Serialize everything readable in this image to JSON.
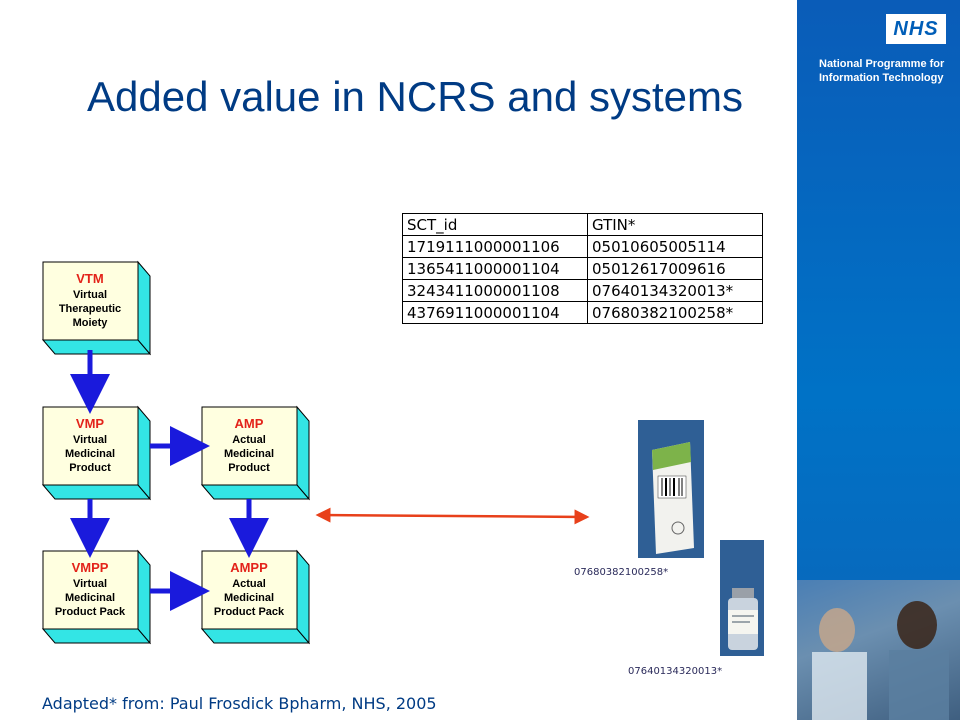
{
  "title": "Added value in NCRS and systems",
  "branding": {
    "logo_text": "NHS",
    "programme": "National Programme for Information Technology"
  },
  "diagram": {
    "boxes": [
      {
        "id": "vtm",
        "abbr": "VTM",
        "lines": [
          "Virtual",
          "Therapeutic",
          "Moiety"
        ]
      },
      {
        "id": "vmp",
        "abbr": "VMP",
        "lines": [
          "Virtual",
          "Medicinal",
          "Product"
        ]
      },
      {
        "id": "amp",
        "abbr": "AMP",
        "lines": [
          "Actual",
          "Medicinal",
          "Product"
        ]
      },
      {
        "id": "vmpp",
        "abbr": "VMPP",
        "lines": [
          "Virtual",
          "Medicinal",
          "Product Pack"
        ]
      },
      {
        "id": "ampp",
        "abbr": "AMPP",
        "lines": [
          "Actual",
          "Medicinal",
          "Product Pack"
        ]
      }
    ],
    "colors": {
      "abbr": "#e3231a",
      "arrow": "#1a1adc",
      "link_arrow": "#e8401a",
      "box_face": "#ffffe0",
      "box_side": "#33e5e5"
    }
  },
  "table": {
    "headers": [
      "SCT_id",
      "GTIN*"
    ],
    "rows": [
      [
        "1719111000001106",
        "05010605005114"
      ],
      [
        "1365411000001104",
        "05012617009616"
      ],
      [
        "3243411000001108",
        "07640134320013*"
      ],
      [
        "4376911000001104",
        "07680382100258*"
      ]
    ]
  },
  "product_images": [
    {
      "caption": "07680382100258*"
    },
    {
      "caption": "07640134320013*"
    }
  ],
  "footer": {
    "credit": "Adapted* from: Paul Frosdick Bpharm, NHS, 2005"
  }
}
